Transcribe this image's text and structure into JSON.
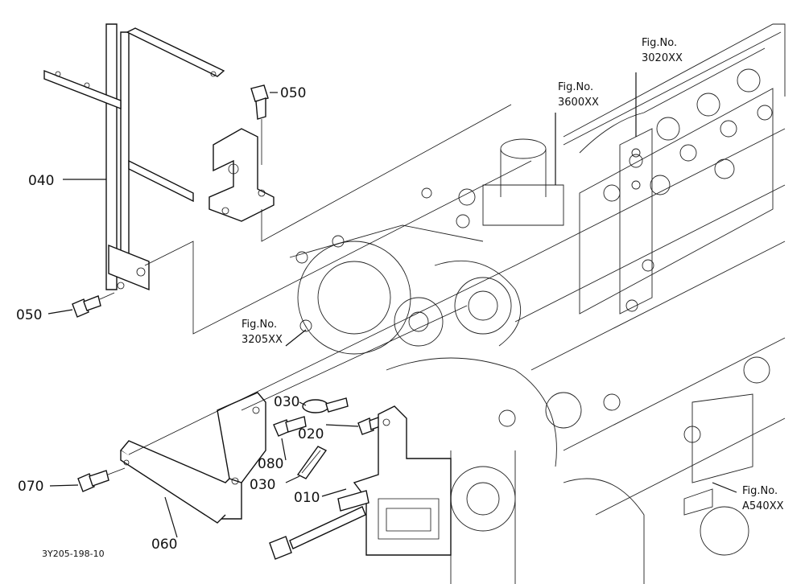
{
  "labels": {
    "p010": "010",
    "p020": "020",
    "p030a": "030",
    "p030b": "030",
    "p040": "040",
    "p050a": "050",
    "p050b": "050",
    "p060": "060",
    "p070": "070",
    "p080": "080"
  },
  "figs": {
    "f3020_a": "Fig.No.",
    "f3020_b": "3020XX",
    "f3600_a": "Fig.No.",
    "f3600_b": "3600XX",
    "f3205_a": "Fig.No.",
    "f3205_b": "3205XX",
    "fA540_a": "Fig.No.",
    "fA540_b": "A540XX"
  },
  "drawing_id": "3Y205-198-10"
}
